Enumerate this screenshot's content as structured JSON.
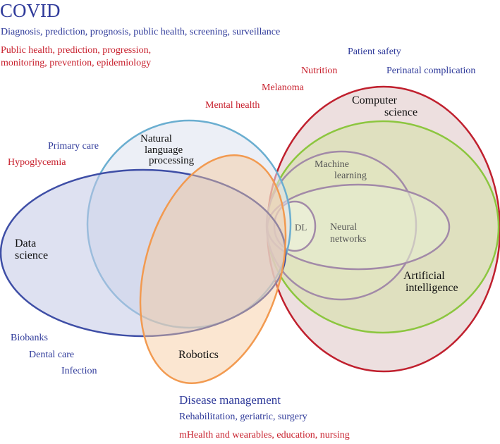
{
  "header": {
    "title": "COVID",
    "line1": "Diagnosis, prediction, prognosis, public health, screening, surveillance",
    "line2a": "Public health, prediction, progression,",
    "line2b": "monitoring, prevention, epidemiology"
  },
  "topics_right": {
    "patient_safety": "Patient safety",
    "perinatal": "Perinatal complication",
    "nutrition": "Nutrition",
    "melanoma": "Melanoma",
    "mental_health": "Mental health"
  },
  "topics_left": {
    "primary_care": "Primary care",
    "hypoglycemia": "Hypoglycemia",
    "biobanks": "Biobanks",
    "dental_care": "Dental care",
    "infection": "Infection"
  },
  "fields": {
    "computer_science": [
      "Computer",
      "science"
    ],
    "nlp": [
      "Natural",
      "language",
      "processing"
    ],
    "machine_learning": [
      "Machine",
      "learning"
    ],
    "dl": "DL",
    "neural_networks": [
      "Neural",
      "networks"
    ],
    "data_science": [
      "Data",
      "science"
    ],
    "ai": [
      "Artificial",
      "intelligence"
    ],
    "robotics": "Robotics"
  },
  "footer": {
    "title": "Disease management",
    "line1": "Rehabilitation, geriatric, surgery",
    "line2": "mHealth and wearables, education, nursing"
  },
  "colors": {
    "blue_text": "#2f3a9a",
    "red_text": "#c8202d",
    "computer_science": "#c0202e",
    "artificial_intelligence": "#8cc63f",
    "machine_learning": "#a28aa8",
    "nlp": "#6aaed0",
    "robotics": "#f29a50",
    "data_science": "#3e4ea6"
  }
}
